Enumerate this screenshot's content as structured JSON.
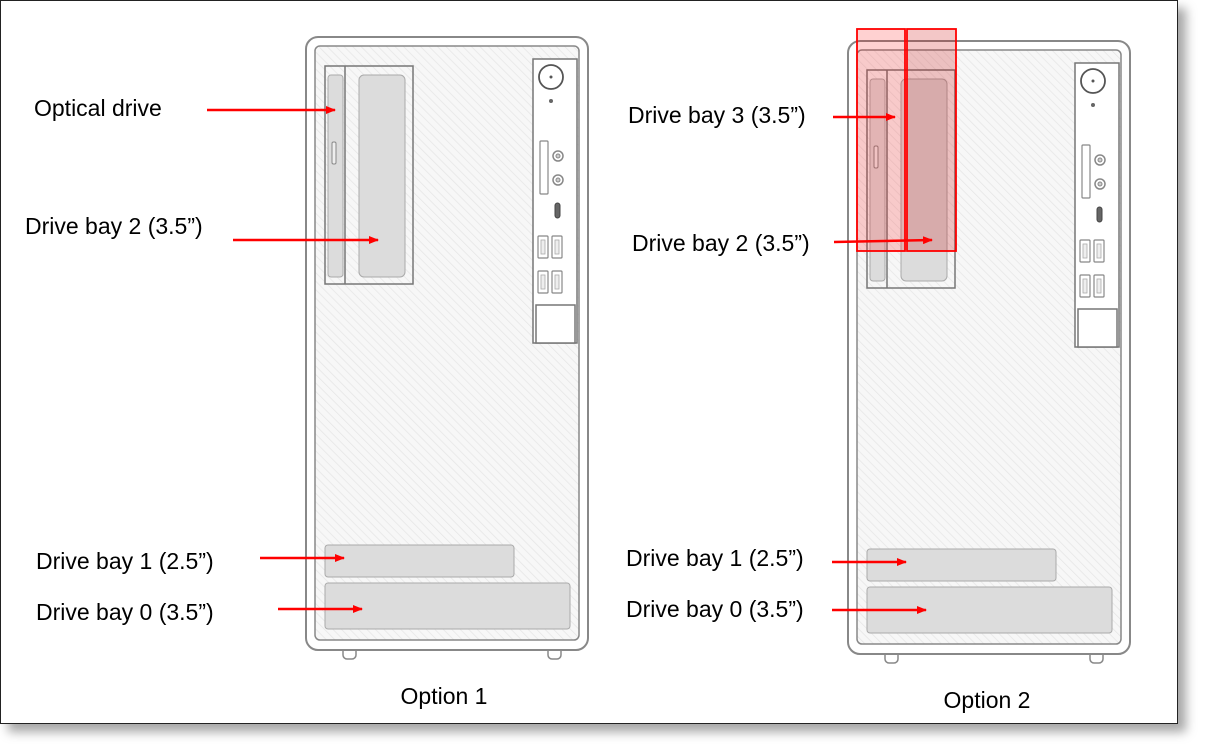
{
  "option1": {
    "caption": "Option 1",
    "labels": {
      "optical": "Optical drive",
      "bay2": "Drive bay 2 (3.5”)",
      "bay1": "Drive bay 1 (2.5”)",
      "bay0": "Drive bay 0 (3.5”)"
    }
  },
  "option2": {
    "caption": "Option 2",
    "labels": {
      "bay3": "Drive bay 3 (3.5”)",
      "bay2": "Drive bay 2 (3.5”)",
      "bay1": "Drive bay 1 (2.5”)",
      "bay0": "Drive bay 0 (3.5”)"
    }
  },
  "colors": {
    "arrow": "#ff0000",
    "highlight": "#ff0000",
    "outline": "#888888",
    "bay_fill": "#dcdcdc"
  }
}
